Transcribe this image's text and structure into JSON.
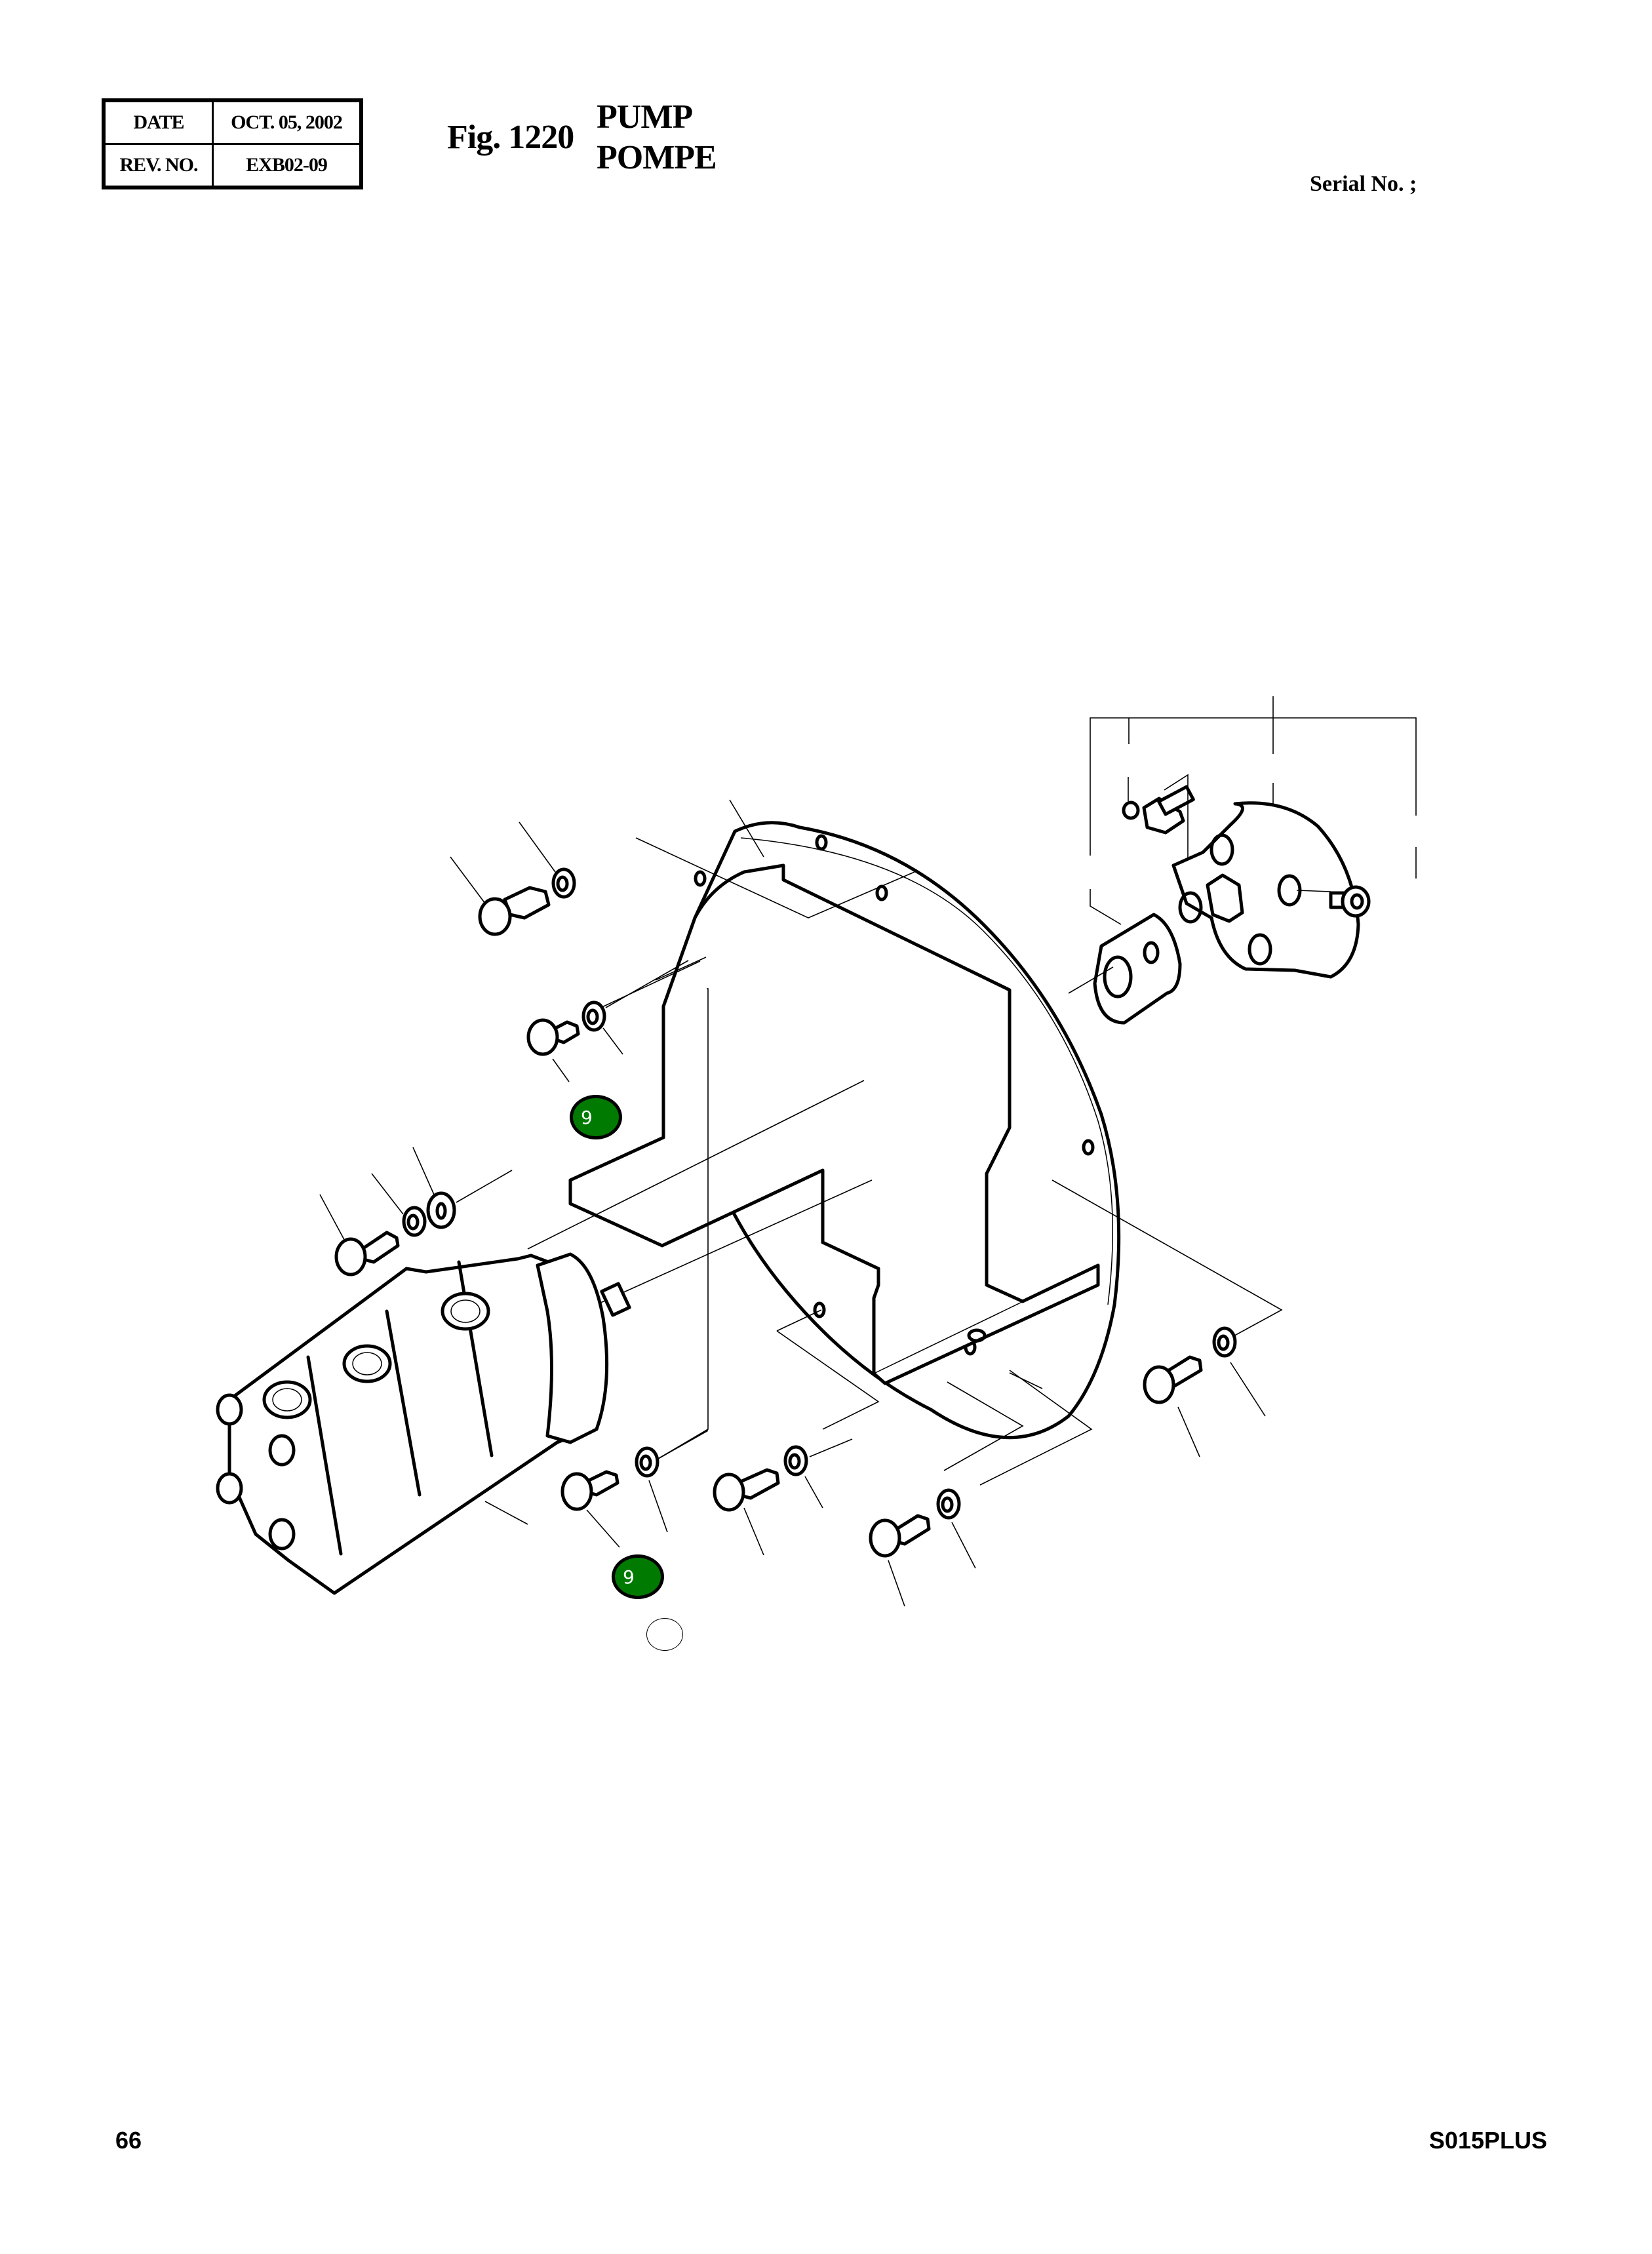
{
  "header": {
    "meta_table": {
      "date_label": "DATE",
      "date_value": "OCT. 05, 2002",
      "rev_label": "REV. NO.",
      "rev_value": "EXB02-09"
    },
    "figure_number": "Fig. 1220",
    "title_en": "PUMP",
    "title_fr": "POMPE",
    "serial_label": "Serial No. ;"
  },
  "diagram": {
    "description": "Exploded view: triple gear pump, mounting plate with bracket, coupling hub, flexible coupling, bolts and washers",
    "callout_badges": [
      {
        "number": "9",
        "color": "#007a00"
      },
      {
        "number": "9",
        "color": "#007a00"
      }
    ],
    "empty_callout_count": 1
  },
  "footer": {
    "page_number": "66",
    "model": "S015PLUS"
  }
}
